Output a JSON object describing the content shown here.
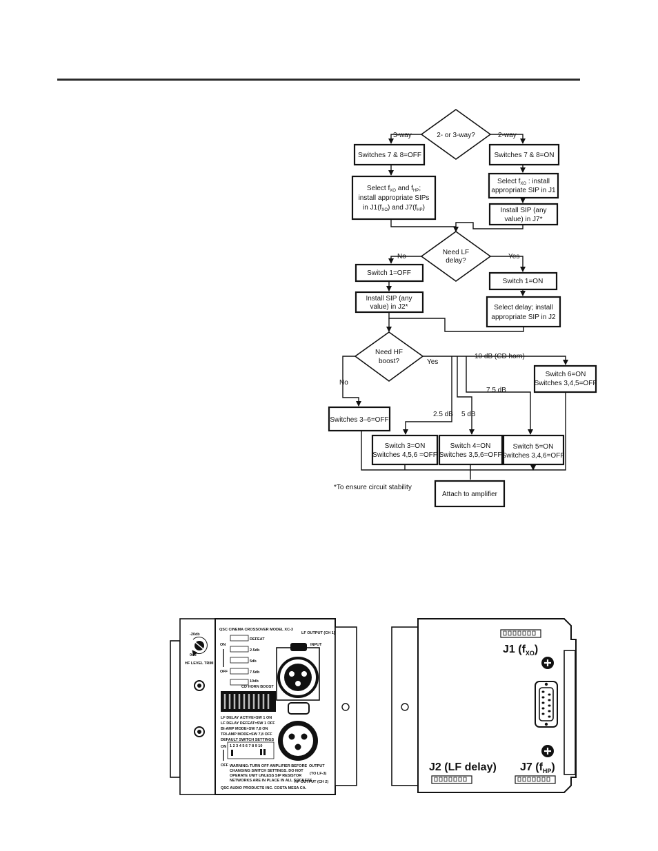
{
  "flowchart": {
    "decisions": {
      "ways": "2- or 3-way?",
      "lf_line1": "Need LF",
      "lf_line2": "delay?",
      "hf_line1": "Need HF",
      "hf_line2": "boost?"
    },
    "edges": {
      "three_way": "3-way",
      "two_way": "2-way",
      "lf_no": "No",
      "lf_yes": "Yes",
      "hf_no": "No",
      "hf_yes": "Yes",
      "db10": "10 dB (CD horn)",
      "db75": "7.5 dB",
      "db25": "2.5 dB",
      "db5": "5 dB"
    },
    "boxes": {
      "sw78_off": "Switches 7 & 8=OFF",
      "sw78_on": "Switches 7 & 8=ON",
      "sel3_l1": "Select f",
      "sel3_l1_sub1": "XO",
      "sel3_l1_mid": " and f",
      "sel3_l1_sub2": "HP",
      "sel3_l1_end": ";",
      "sel3_l2": "install appropriate SIPs",
      "sel3_l3": "in J1(f",
      "sel3_l3_sub1": "XO",
      "sel3_l3_mid": ") and J7(f",
      "sel3_l3_sub2": "HP",
      "sel3_l3_end": ")",
      "sel2_l1": "Select f",
      "sel2_l1_sub": "XO",
      "sel2_l1_end": " : install",
      "sel2_l2": "appropriate SIP in J1",
      "inst_j7_l1": "Install SIP (any",
      "inst_j7_l2": "value) in J7*",
      "sw1_off": "Switch 1=OFF",
      "sw1_on": "Switch 1=ON",
      "inst_j2_l1": "Install SIP (any",
      "inst_j2_l2": "value) in J2*",
      "seldelay_l1": "Select delay; install",
      "seldelay_l2": "appropriate SIP in J2",
      "sw6_l1": "Switch 6=ON",
      "sw6_l2": "Switches 3,4,5=OFF",
      "sw36_off": "Switches 3–6=OFF",
      "sw3_l1": "Switch 3=ON",
      "sw3_l2": "Switches 4,5,6 =OFF",
      "sw4_l1": "Switch 4=ON",
      "sw4_l2": "Switches 3,5,6=OFF",
      "sw5_l1": "Switch 5=ON",
      "sw5_l2": "Switches 3,4,6=OFF",
      "attach": "Attach to amplifier"
    },
    "footnote": "*To ensure circuit stability"
  },
  "front_panel": {
    "title": "QSC CINEMA CROSSOVER MODEL XC-3",
    "lf_output": "LF OUTPUT (CH 1)",
    "input": "INPUT",
    "trim_m20": "-20db",
    "trim_0": "0db",
    "trim_label": "HF LEVEL TRIM",
    "on": "ON",
    "off": "OFF",
    "defeat": "DEFEAT",
    "db25": "2.5db",
    "db5": "5db",
    "db75": "7.5db",
    "db10": "10db",
    "cd_horn": "CD HORN BOOST",
    "info1": "LF DELAY ACTIVE=SW 1 ON",
    "info2": "LF DELAY DEFEAT=SW 1 OFF",
    "info3": "BI-AMP MODE=SW 7,8 ON",
    "info4": "TRI-AMP MODE=SW 7,8 OFF",
    "default_settings": "DEFAULT SWITCH SETTINGS",
    "switch_numbers": "1 2 3 4 5 6 7 8 9 10",
    "warning": "WARNING:",
    "warn1": "TURN OFF AMPLIFIER BEFORE",
    "warn2": "CHANGING SWITCH SETTINGS. DO NOT",
    "warn3": "OPERATE UNIT UNLESS SIP RESISTOR",
    "warn4": "NETWORKS ARE IN PLACE IN ALL SOCKETS.",
    "output": "OUTPUT",
    "to_lf3": "(TO LF-3)",
    "hf_output": "HF OUTPUT (CH 2)",
    "maker": "QSC AUDIO PRODUCTS INC. COSTA MESA CA."
  },
  "rear_panel": {
    "j1": "J1 (f",
    "j1_sub": "XO",
    "j1_end": ")",
    "j2": "J2 (LF delay)",
    "j7": "J7 (f",
    "j7_sub": "HP",
    "j7_end": ")"
  }
}
